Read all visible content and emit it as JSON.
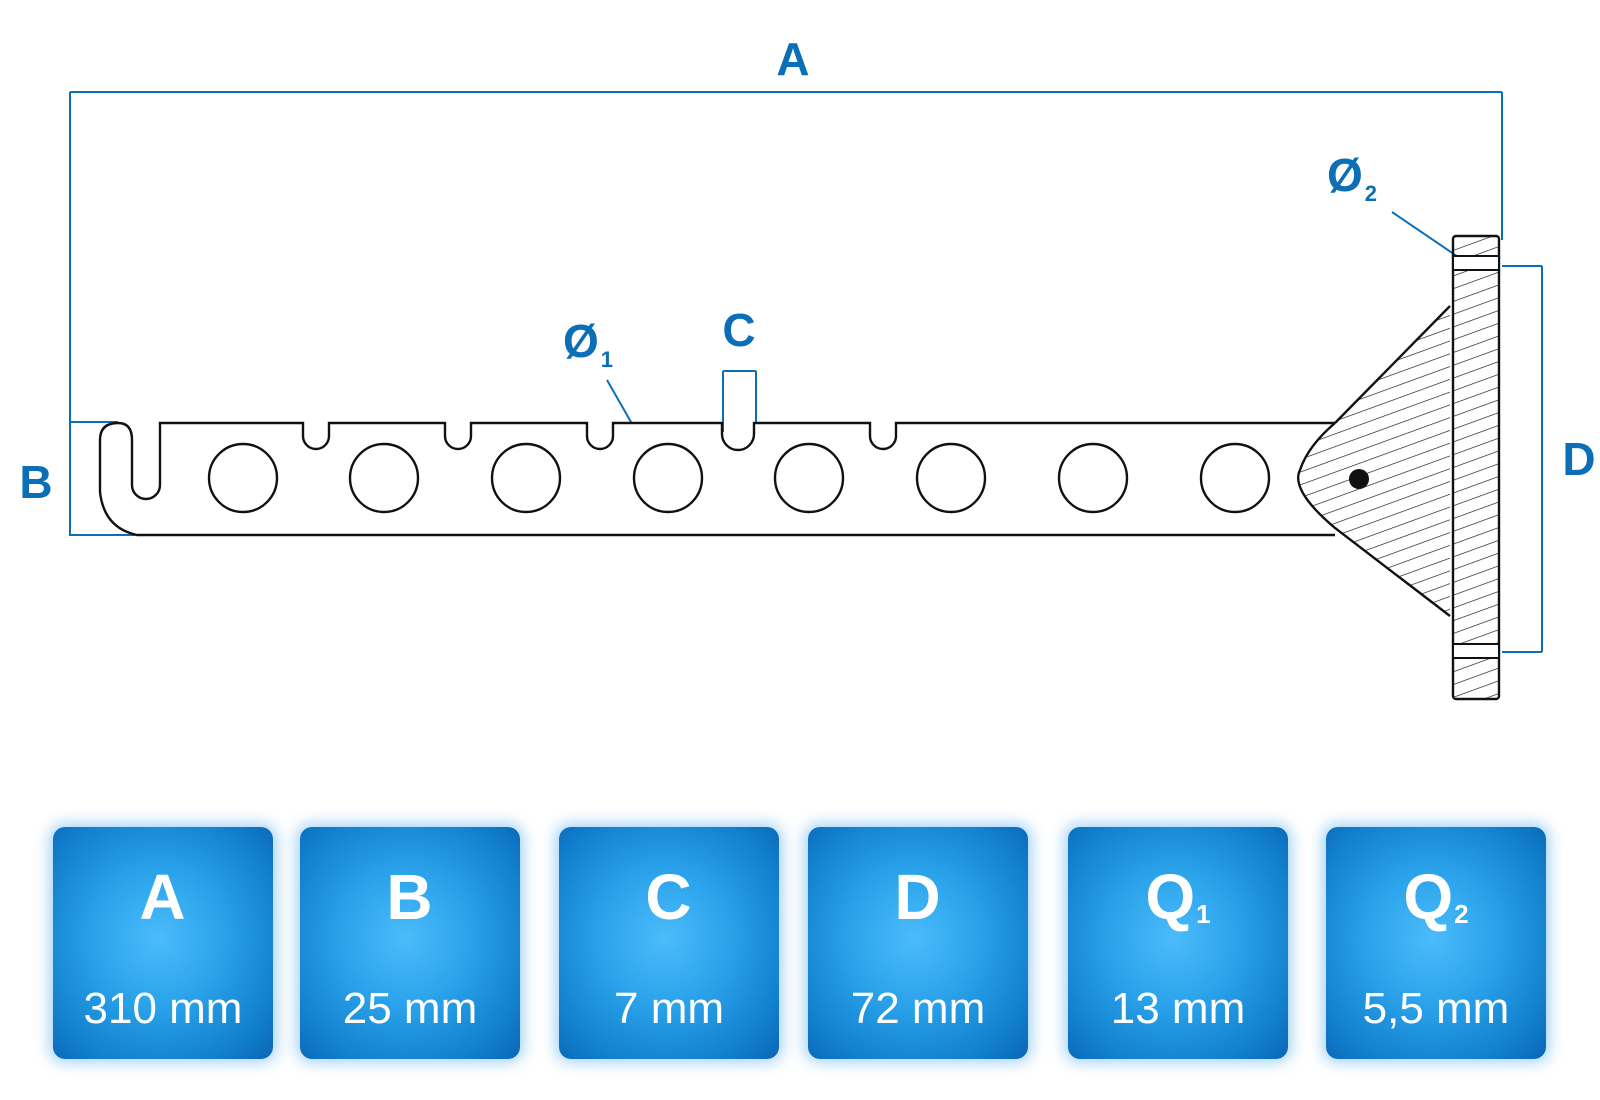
{
  "diagram": {
    "labels": {
      "A": "A",
      "B": "B",
      "C": "C",
      "D": "D",
      "phi1_symbol": "Ø",
      "phi1_sub": "1",
      "phi2_symbol": "Ø",
      "phi2_sub": "2"
    },
    "colors": {
      "dimension": "#0b6fb8",
      "outline": "#111111"
    }
  },
  "specs": [
    {
      "letter": "A",
      "sub": "",
      "value": "310 mm"
    },
    {
      "letter": "B",
      "sub": "",
      "value": "25 mm"
    },
    {
      "letter": "C",
      "sub": "",
      "value": "7 mm"
    },
    {
      "letter": "D",
      "sub": "",
      "value": "72 mm"
    },
    {
      "letter": "Q",
      "sub": "1",
      "value": "13 mm"
    },
    {
      "letter": "Q",
      "sub": "2",
      "value": "5,5 mm"
    }
  ]
}
